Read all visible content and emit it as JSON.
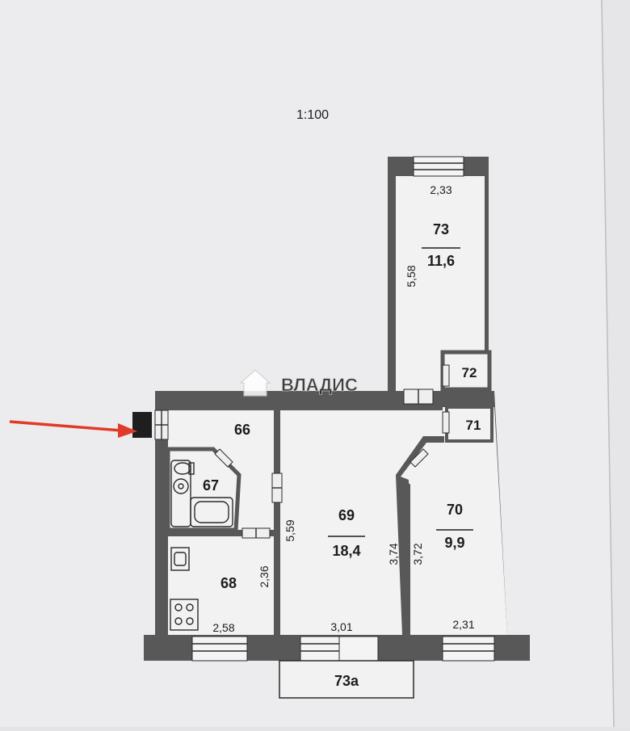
{
  "scale": "1:100",
  "watermark": "ВЛАДИС",
  "colors": {
    "wall": "#585858",
    "arrow": "#e23a2a",
    "paper": "#ececee"
  },
  "rooms": {
    "r66": {
      "number": "66"
    },
    "r67": {
      "number": "67"
    },
    "r68": {
      "number": "68"
    },
    "r69": {
      "number": "69",
      "area": "18,4"
    },
    "r70": {
      "number": "70",
      "area": "9,9"
    },
    "r71": {
      "number": "71"
    },
    "r72": {
      "number": "72"
    },
    "r73": {
      "number": "73",
      "area": "11,6"
    },
    "r73a": {
      "number": "73а"
    }
  },
  "dimensions": {
    "d233": "2,33",
    "d558": "5,58",
    "d559": "5,59",
    "d374": "3,74",
    "d372": "3,72",
    "d236": "2,36",
    "d258": "2,58",
    "d301": "3,01",
    "d231": "2,31"
  }
}
